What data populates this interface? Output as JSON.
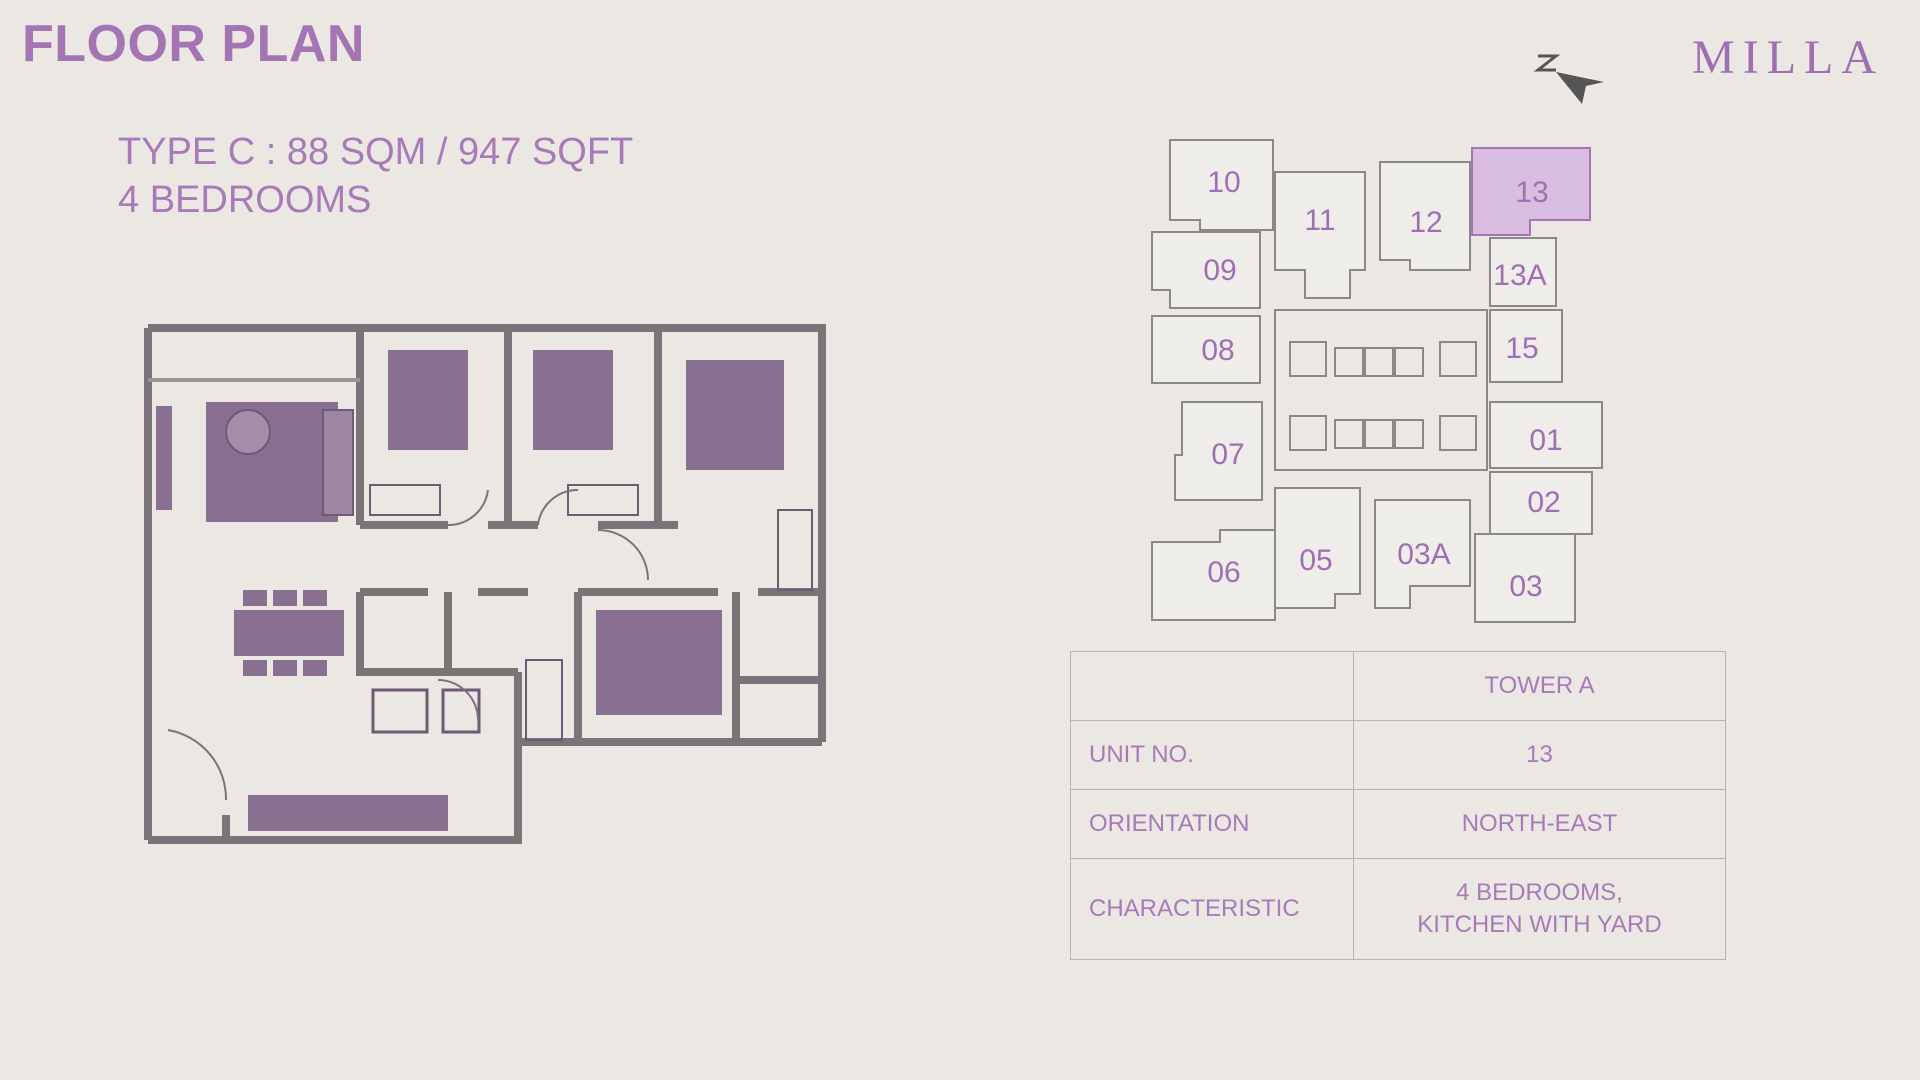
{
  "page_title": "FLOOR PLAN",
  "brand": "MILLA",
  "unit_type": {
    "line1": "TYPE C : 88 SQM / 947 SQFT",
    "line2": "4 BEDROOMS"
  },
  "colors": {
    "accent": "#a574b3",
    "furniture": "#8a7090",
    "highlight": "#d8bde0",
    "background": "#ebe8e4"
  },
  "key_plan": {
    "units": [
      "10",
      "11",
      "12",
      "13",
      "09",
      "13A",
      "08",
      "15",
      "07",
      "01",
      "02",
      "06",
      "05",
      "03A",
      "03"
    ],
    "highlighted_unit": "13"
  },
  "compass_icon": "north-arrow-icon",
  "table": {
    "header": "TOWER A",
    "rows": [
      {
        "label": "UNIT NO.",
        "value": "13"
      },
      {
        "label": "ORIENTATION",
        "value": "NORTH-EAST"
      },
      {
        "label": "CHARACTERISTIC",
        "value_line1": "4 BEDROOMS,",
        "value_line2": "KITCHEN WITH YARD"
      }
    ]
  }
}
